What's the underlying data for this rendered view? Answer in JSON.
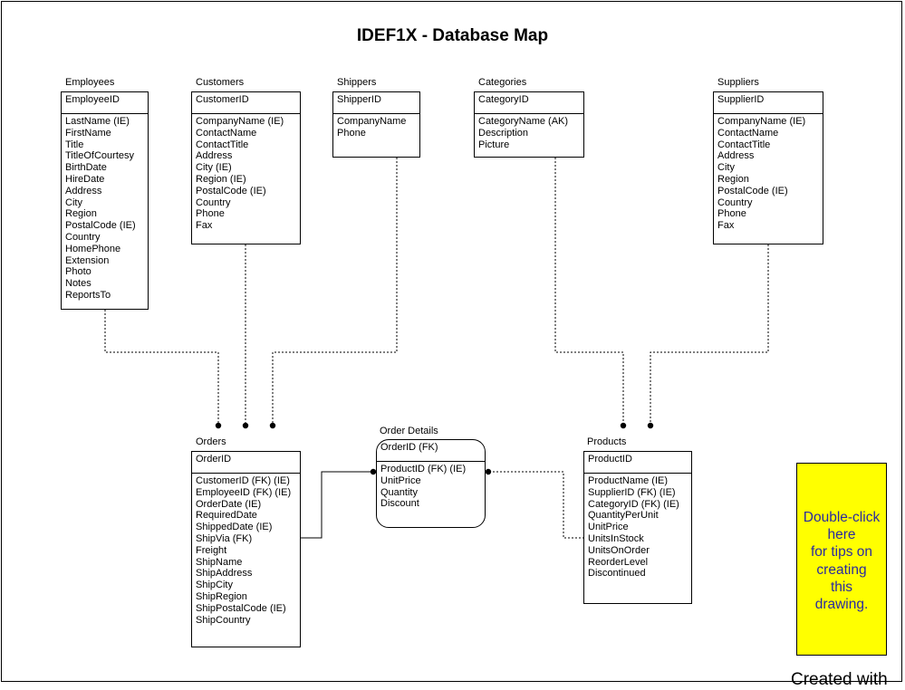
{
  "title": "IDEF1X - Database Map",
  "entities": {
    "employees": {
      "name": "Employees",
      "pk": [
        "EmployeeID"
      ],
      "attrs": [
        "LastName (IE)",
        "FirstName",
        "Title",
        "TitleOfCourtesy",
        "BirthDate",
        "HireDate",
        "Address",
        "City",
        "Region",
        "PostalCode (IE)",
        "Country",
        "HomePhone",
        "Extension",
        "Photo",
        "Notes",
        "ReportsTo"
      ]
    },
    "customers": {
      "name": "Customers",
      "pk": [
        "CustomerID"
      ],
      "attrs": [
        "CompanyName (IE)",
        "ContactName",
        "ContactTitle",
        "Address",
        "City (IE)",
        "Region (IE)",
        "PostalCode (IE)",
        "Country",
        "Phone",
        "Fax"
      ]
    },
    "shippers": {
      "name": "Shippers",
      "pk": [
        "ShipperID"
      ],
      "attrs": [
        "CompanyName",
        "Phone"
      ]
    },
    "categories": {
      "name": "Categories",
      "pk": [
        "CategoryID"
      ],
      "attrs": [
        "CategoryName (AK)",
        "Description",
        "Picture"
      ]
    },
    "suppliers": {
      "name": "Suppliers",
      "pk": [
        "SupplierID"
      ],
      "attrs": [
        "CompanyName (IE)",
        "ContactName",
        "ContactTitle",
        "Address",
        "City",
        "Region",
        "PostalCode (IE)",
        "Country",
        "Phone",
        "Fax"
      ]
    },
    "orders": {
      "name": "Orders",
      "pk": [
        "OrderID"
      ],
      "attrs": [
        "CustomerID (FK) (IE)",
        "EmployeeID (FK) (IE)",
        "OrderDate (IE)",
        "RequiredDate",
        "ShippedDate (IE)",
        "ShipVia (FK)",
        "Freight",
        "ShipName",
        "ShipAddress",
        "ShipCity",
        "ShipRegion",
        "ShipPostalCode (IE)",
        "ShipCountry"
      ]
    },
    "order_details": {
      "name": "Order Details",
      "pk": [
        "OrderID (FK)"
      ],
      "attrs": [
        "ProductID (FK) (IE)",
        "UnitPrice",
        "Quantity",
        "Discount"
      ]
    },
    "products": {
      "name": "Products",
      "pk": [
        "ProductID"
      ],
      "attrs": [
        "ProductName (IE)",
        "SupplierID (FK) (IE)",
        "CategoryID (FK) (IE)",
        "QuantityPerUnit",
        "UnitPrice",
        "UnitsInStock",
        "UnitsOnOrder",
        "ReorderLevel",
        "Discontinued"
      ]
    }
  },
  "note": {
    "text": "Double-click\nhere\nfor tips on\ncreating\nthis\ndrawing."
  },
  "footer": {
    "created": "Created with"
  },
  "colors": {
    "note_bg": "#ffff00",
    "note_text": "#2a2aa0",
    "line": "#000000"
  }
}
